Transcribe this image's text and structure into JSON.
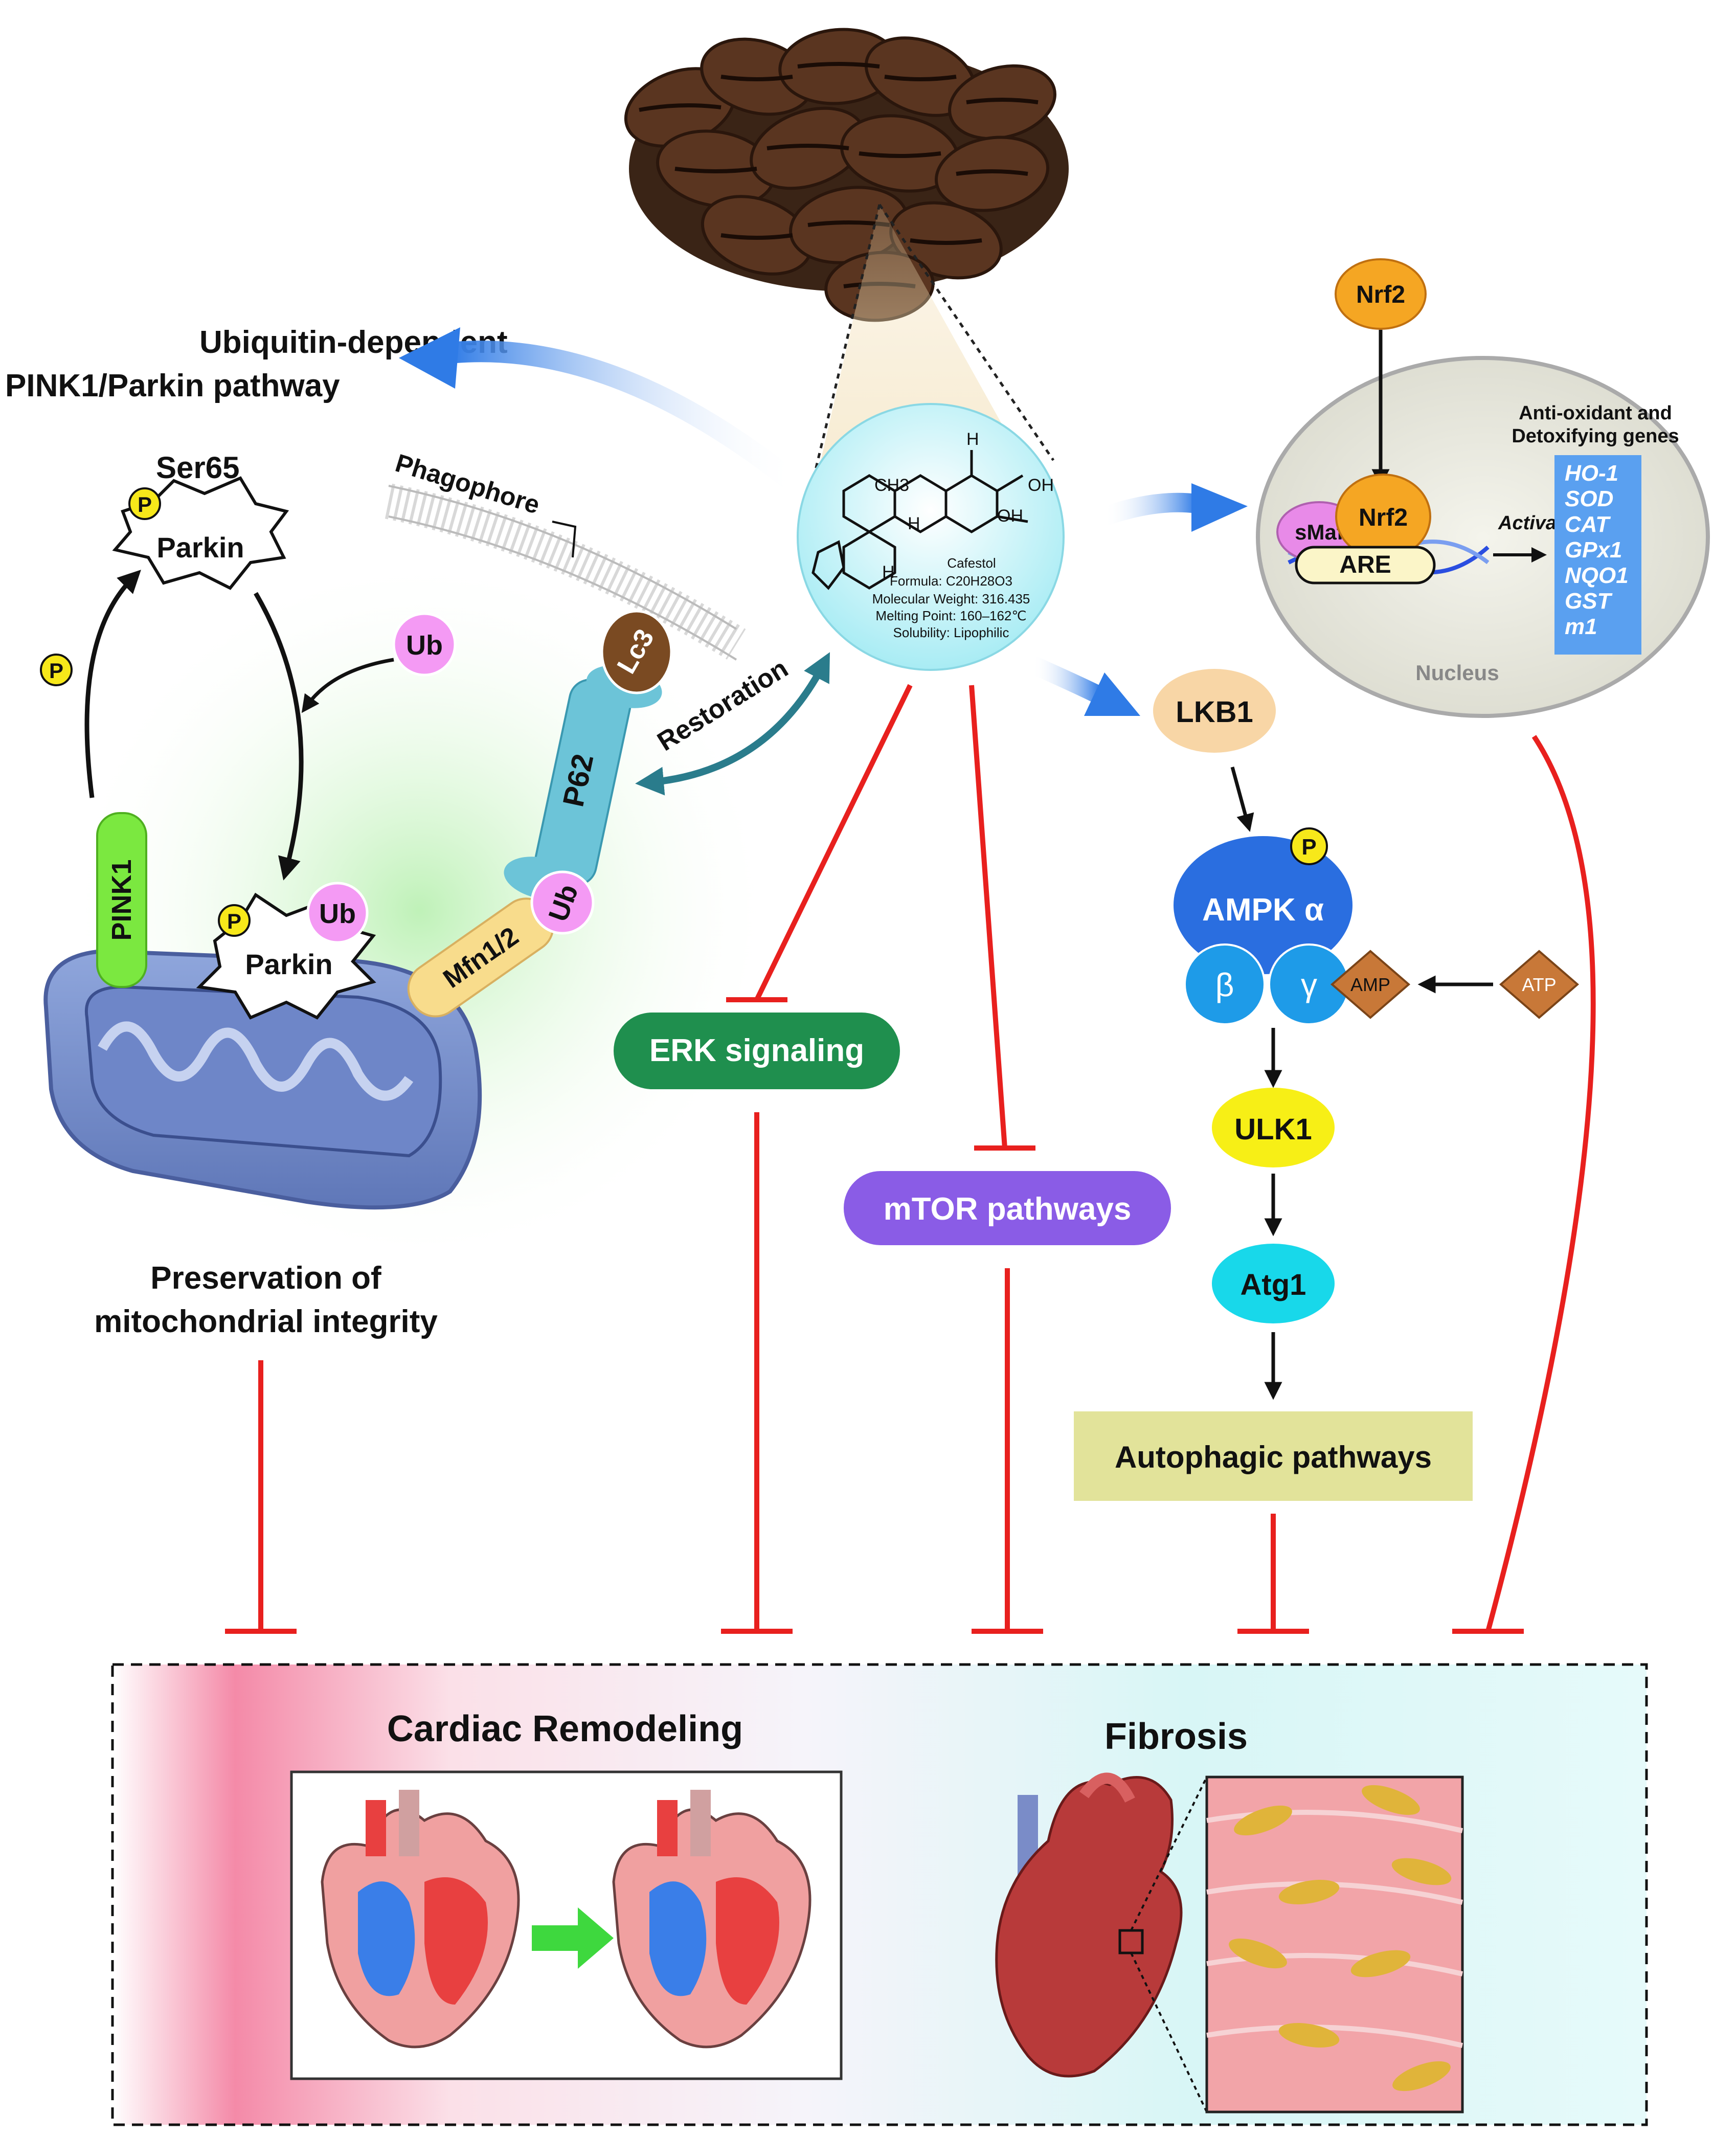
{
  "header_labels": {
    "ubiquitin_line1": "Ubiquitin-dependent",
    "ubiquitin_line2": "PINK1/Parkin pathway",
    "ser65": "Ser65",
    "phagophore": "Phagophore",
    "restoration": "Restoration",
    "preservation_line1": "Preservation of",
    "preservation_line2": "mitochondrial integrity"
  },
  "proteins": {
    "parkin": "Parkin",
    "phospho": "P",
    "ub": "Ub",
    "pink1": "PINK1",
    "lc3": "Lc3",
    "p62": "P62",
    "mfn": "Mfn1/2"
  },
  "cafestol": {
    "name": "Cafestol",
    "formula": "Formula: C20H28O3",
    "mw": "Molecular Weight: 316.435",
    "mp": "Melting Point: 160–162℃",
    "solubility": "Solubility: Lipophilic",
    "oh1": "OH",
    "oh2": "OH",
    "ch3": "CH3",
    "h": "H"
  },
  "nucleus": {
    "nrf2": "Nrf2",
    "smaf": "sMaf",
    "are": "ARE",
    "activates": "Activates",
    "genes_title_line1": "Anti-oxidant and",
    "genes_title_line2": "Detoxifying genes",
    "genes": [
      "HO-1",
      "SOD",
      "CAT",
      "GPx1",
      "NQO1",
      "GST",
      "m1"
    ],
    "label": "Nucleus"
  },
  "pathways": {
    "erk": "ERK signaling",
    "mtor": "mTOR pathways",
    "lkb1": "LKB1",
    "ampk": "AMPK α",
    "beta": "β",
    "gamma": "γ",
    "amp": "AMP",
    "atp": "ATP",
    "ulk1": "ULK1",
    "atg1": "Atg1",
    "autophagic": "Autophagic pathways"
  },
  "outcomes": {
    "remodeling": "Cardiac Remodeling",
    "fibrosis": "Fibrosis"
  },
  "colors": {
    "blue_arrow": "#2f7be6",
    "teal_arrow": "#2a7c8c",
    "inhibit_red": "#e8201e",
    "erk_green": "#1f8f4e",
    "mtor_purple": "#8a5ce6",
    "lkb1_peach": "#f8d6a6",
    "ampk_blue": "#2a6ee0",
    "ulk1_yellow": "#f7ef16",
    "atg1_cyan": "#18d8ea",
    "autophagic_khaki": "#e2e39a",
    "gene_box_blue": "#5aa0f0"
  }
}
